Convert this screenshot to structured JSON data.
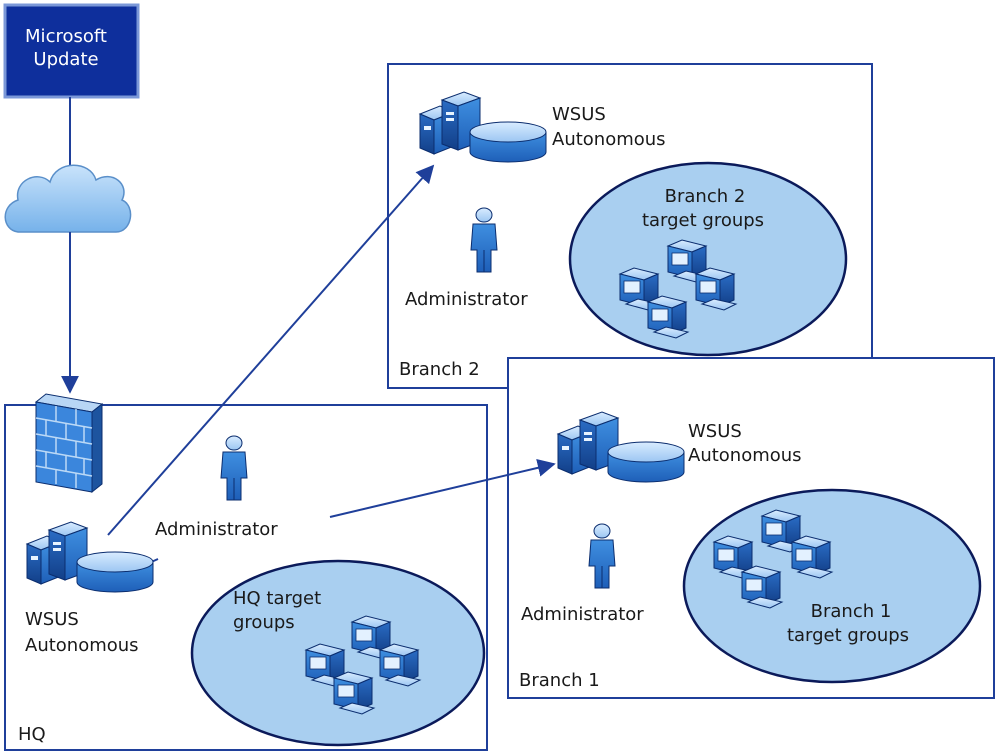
{
  "microsoft_update": {
    "label_line1": "Microsoft",
    "label_line2": "Update"
  },
  "hq": {
    "site_label": "HQ",
    "server_label_line1": "WSUS",
    "server_label_line2": "Autonomous",
    "admin_label": "Administrator",
    "groups_label_line1": "HQ target",
    "groups_label_line2": "groups"
  },
  "branch2": {
    "site_label": "Branch 2",
    "server_label_line1": "WSUS",
    "server_label_line2": "Autonomous",
    "admin_label": "Administrator",
    "groups_label_line1": "Branch 2",
    "groups_label_line2": "target groups"
  },
  "branch1": {
    "site_label": "Branch 1",
    "server_label_line1": "WSUS",
    "server_label_line2": "Autonomous",
    "admin_label": "Administrator",
    "groups_label_line1": "Branch 1",
    "groups_label_line2": "target groups"
  },
  "colors": {
    "box_border": "#1f3f9a",
    "ms_update_fill": "#0e2f9c",
    "group_ellipse_fill": "#a9cff0",
    "icon_blue": "#2f7fd6"
  }
}
